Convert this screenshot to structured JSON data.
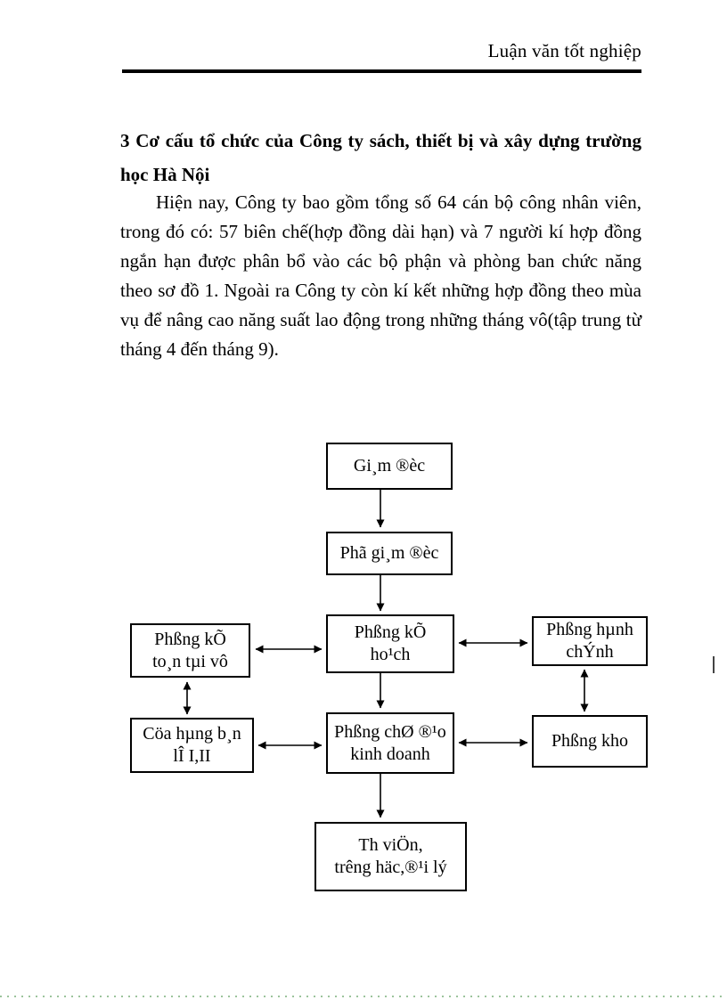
{
  "header": {
    "title": "Luận văn tốt nghiệp"
  },
  "content": {
    "heading": "3 Cơ cấu tổ chức của Công ty sách, thiết bị và xây dựng trường học Hà Nội",
    "paragraph": "Hiện nay, Công ty bao gồm tổng số 64 cán bộ công nhân viên, trong đó có: 57 biên chế(hợp đồng dài hạn) và 7 người kí hợp đồng ngắn hạn được phân bổ vào các bộ phận và phòng ban chức năng theo sơ đồ 1. Ngoài ra Công ty còn kí kết những hợp đồng theo mùa vụ để nâng cao năng suất lao động trong những tháng vô(tập trung từ tháng 4 đến tháng 9)."
  },
  "diagram": {
    "boxes": {
      "director": {
        "line1": "Gi¸m ®èc",
        "line2": ""
      },
      "deputy_director": {
        "line1": "Phã gi¸m ®èc",
        "line2": ""
      },
      "planning": {
        "line1": "Phßng kÕ",
        "line2": "ho¹ch"
      },
      "accounting": {
        "line1": "Phßng kÕ",
        "line2": "to¸n tµi vô"
      },
      "administration": {
        "line1": "Phßng hµnh",
        "line2": "chÝnh"
      },
      "retail_stores": {
        "line1": "Cöa hµng b¸n",
        "line2": "lÎ I,II"
      },
      "business_direction": {
        "line1": "Phßng chØ ®¹o",
        "line2": "kinh doanh"
      },
      "warehouse": {
        "line1": "Phßng kho",
        "line2": ""
      },
      "library": {
        "line1": "Th viÖn,",
        "line2": "trêng häc,®¹i lý"
      }
    }
  },
  "colors": {
    "text": "#000000",
    "box_border": "#000000",
    "connector": "#000000",
    "page_bg": "#ffffff",
    "bottom_dotted_line": "#9cc49c"
  }
}
